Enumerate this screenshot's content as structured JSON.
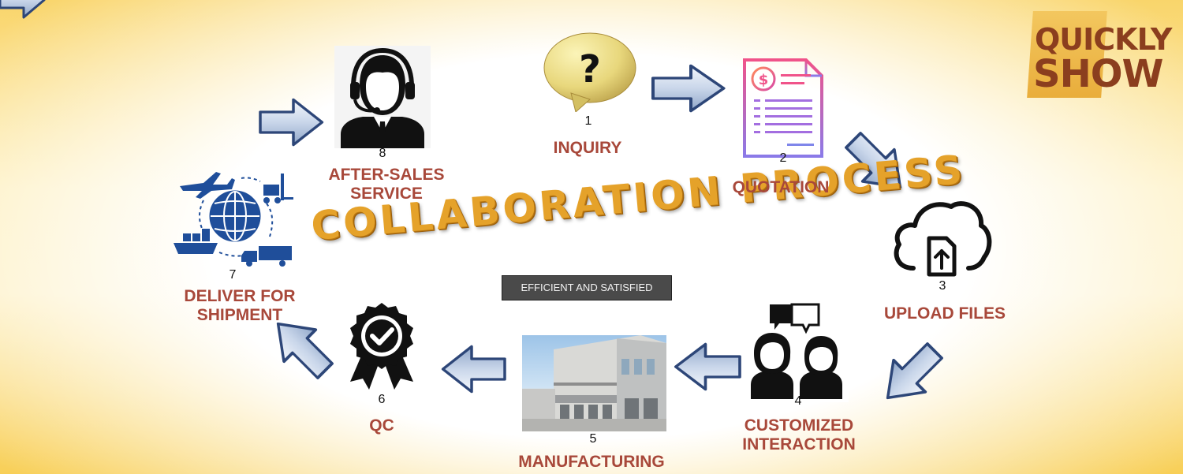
{
  "title": "COLLABORATION PROCESS",
  "subtitle": "EFFICIENT AND SATISFIED",
  "logo": {
    "line1": "QUICKLY",
    "line2": "SHOW"
  },
  "steps": [
    {
      "number": "1",
      "label": "INQUIRY",
      "icon": "question-speech-bubble-icon"
    },
    {
      "number": "2",
      "label": "QUOTATION",
      "icon": "invoice-document-icon"
    },
    {
      "number": "3",
      "label": "UPLOAD FILES",
      "icon": "cloud-upload-icon"
    },
    {
      "number": "4",
      "label1": "CUSTOMIZED",
      "label2": "INTERACTION",
      "icon": "two-people-chat-icon"
    },
    {
      "number": "5",
      "label": "MANUFACTURING",
      "icon": "factory-building-photo"
    },
    {
      "number": "6",
      "label": "QC",
      "icon": "quality-badge-icon"
    },
    {
      "number": "7",
      "label1": "DELIVER FOR",
      "label2": "SHIPMENT",
      "icon": "global-logistics-icon"
    },
    {
      "number": "8",
      "label1": "AFTER-SALES",
      "label2": "SERVICE",
      "icon": "headset-agent-icon"
    }
  ],
  "colors": {
    "label": "#a8483a",
    "title": "#e5a22a",
    "arrow": "#cfdcef",
    "icon_dark": "#1a1a1a",
    "logistics_blue": "#1f4e9a"
  }
}
